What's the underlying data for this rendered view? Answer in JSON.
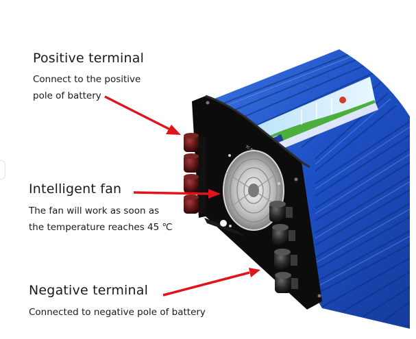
{
  "callouts": {
    "positive": {
      "title": "Positive terminal",
      "desc_line1": "Connect to the positive",
      "desc_line2": "pole of battery"
    },
    "fan": {
      "title": "Intelligent fan",
      "desc_line1": "The fan will work as soon as",
      "desc_line2": "the temperature reaches 45 ℃"
    },
    "negative": {
      "title": "Negative terminal",
      "desc_line1": "Connected to negative pole of battery"
    }
  },
  "colors": {
    "arrow": "#e0151c",
    "housing_blue": "#1f4fbf",
    "terminal_red": "#5a1414",
    "terminal_black": "#1c1c1c",
    "panel_black": "#0c0c0c"
  }
}
